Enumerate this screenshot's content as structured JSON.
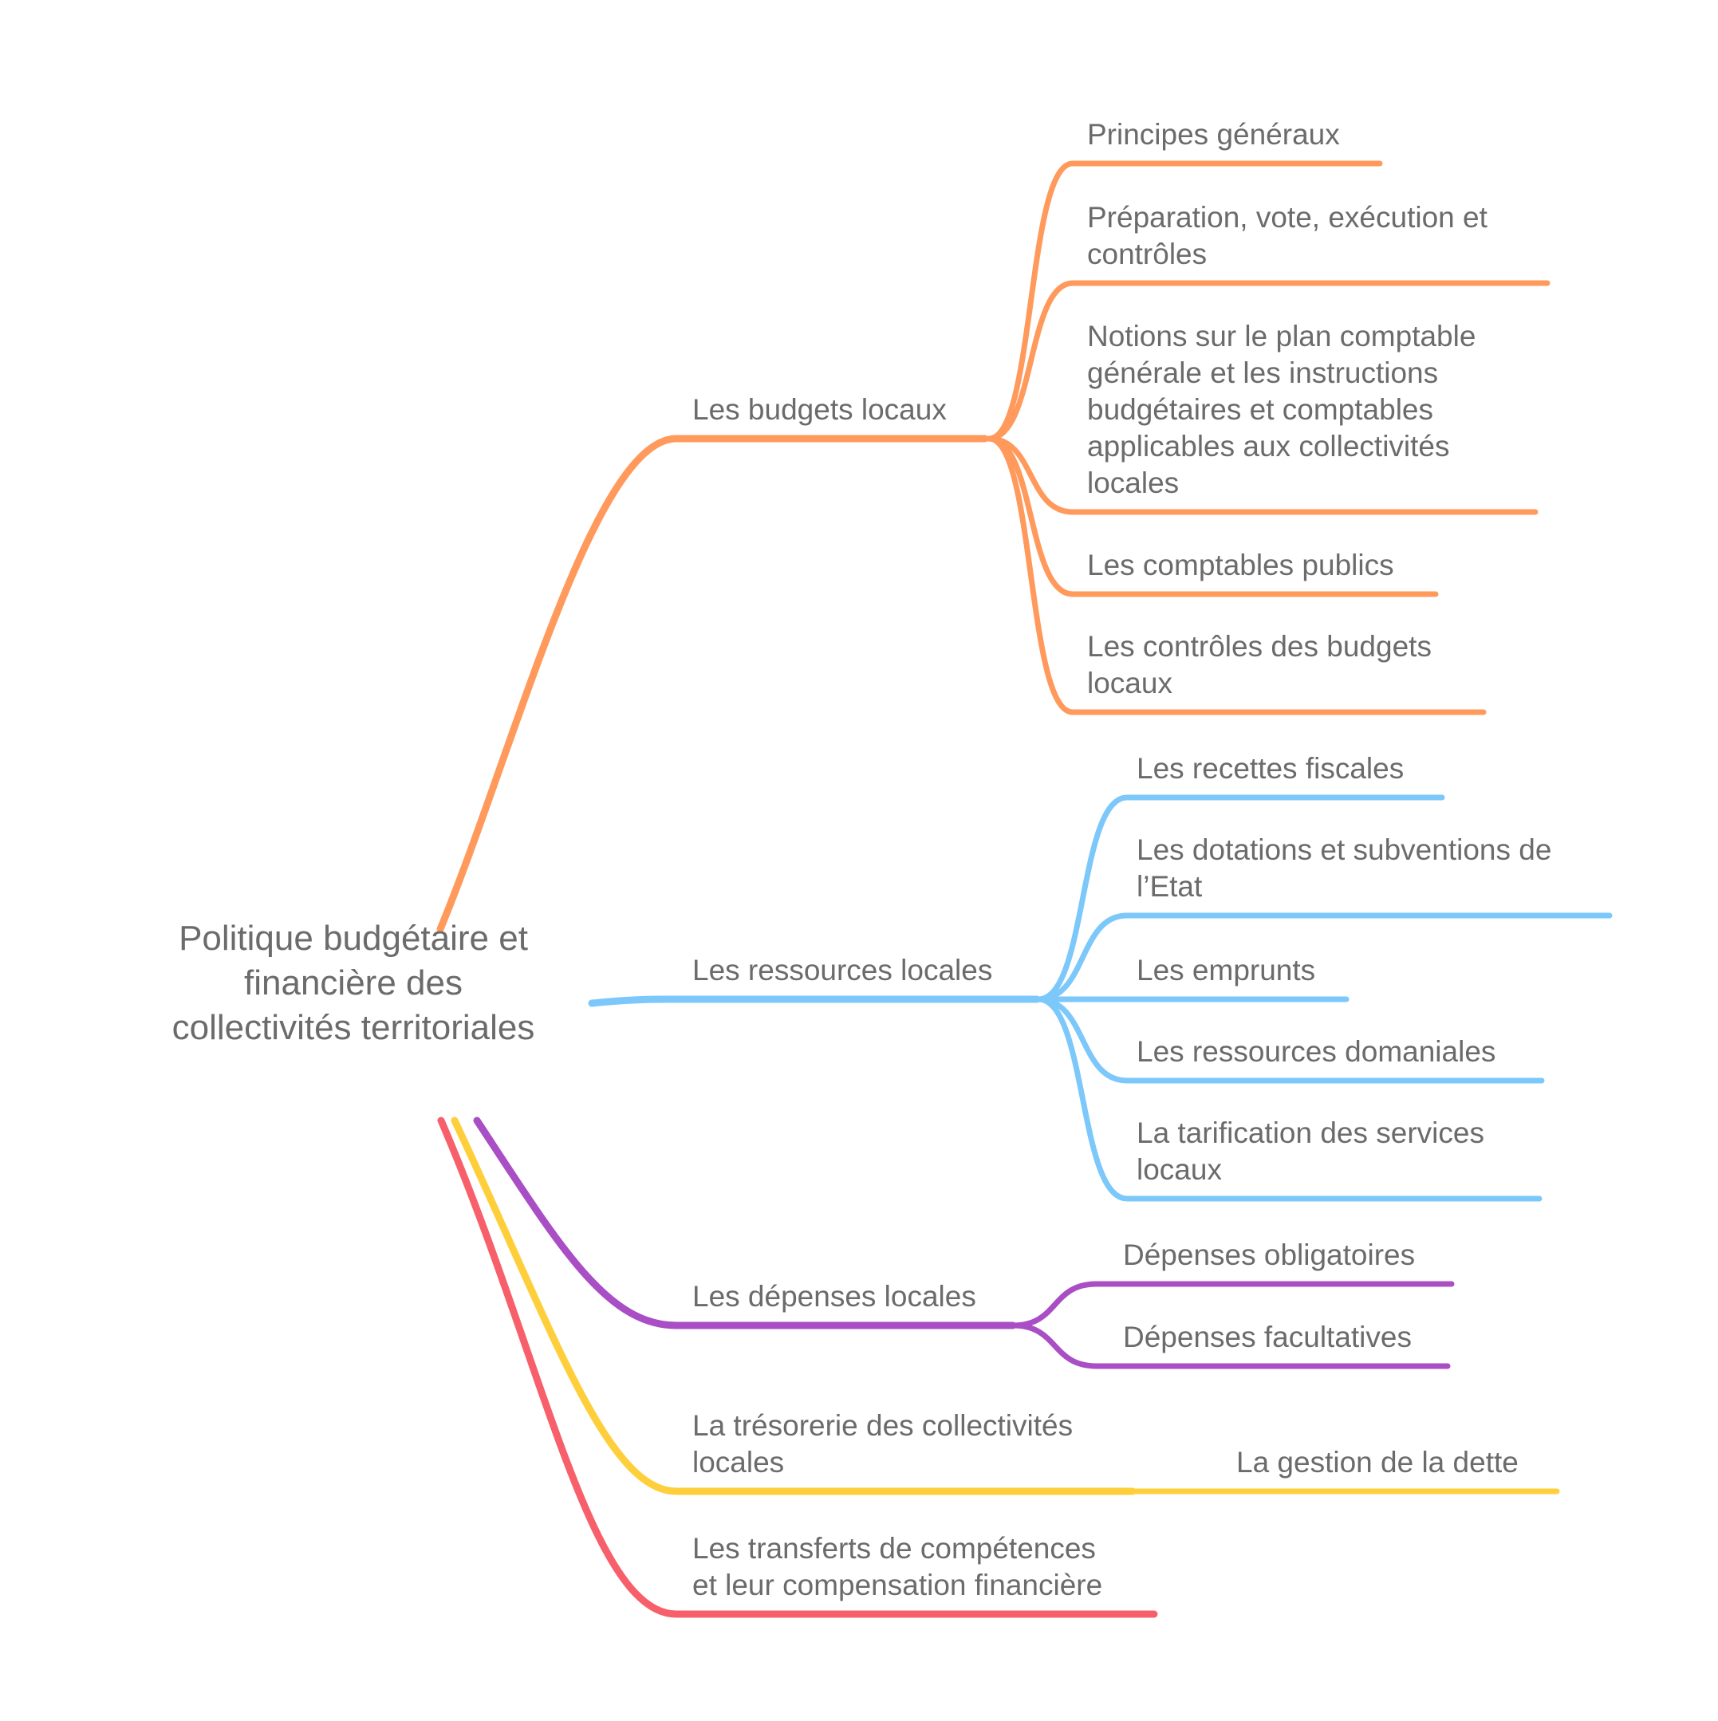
{
  "root": {
    "label_lines": [
      "Politique budgétaire et",
      "financière des",
      "collectivités territoriales"
    ]
  },
  "colors": {
    "text": "#6b6b6b",
    "branch_orange": "#FF9A5C",
    "branch_blue": "#7DC8FA",
    "branch_purple": "#A94EC4",
    "branch_yellow": "#FFCE3B",
    "branch_red": "#F7606A"
  },
  "branches": [
    {
      "id": "budgets",
      "color": "#FF9A5C",
      "label_lines": [
        "Les budgets locaux"
      ],
      "children": [
        {
          "label_lines": [
            "Principes généraux"
          ]
        },
        {
          "label_lines": [
            "Préparation, vote, exécution et",
            "contrôles"
          ]
        },
        {
          "label_lines": [
            "Notions sur le plan comptable",
            "générale et les instructions",
            "budgétaires et comptables",
            "applicables aux collectivités",
            "locales"
          ]
        },
        {
          "label_lines": [
            "Les comptables publics"
          ]
        },
        {
          "label_lines": [
            "Les contrôles des budgets",
            "locaux"
          ]
        }
      ]
    },
    {
      "id": "ressources",
      "color": "#7DC8FA",
      "label_lines": [
        "Les ressources locales"
      ],
      "children": [
        {
          "label_lines": [
            "Les recettes fiscales"
          ]
        },
        {
          "label_lines": [
            "Les dotations et subventions de",
            "l’Etat"
          ]
        },
        {
          "label_lines": [
            "Les emprunts"
          ]
        },
        {
          "label_lines": [
            "Les ressources domaniales"
          ]
        },
        {
          "label_lines": [
            "La tarification des services",
            "locaux"
          ]
        }
      ]
    },
    {
      "id": "depenses",
      "color": "#A94EC4",
      "label_lines": [
        "Les dépenses locales"
      ],
      "children": [
        {
          "label_lines": [
            "Dépenses obligatoires"
          ]
        },
        {
          "label_lines": [
            "Dépenses facultatives"
          ]
        }
      ]
    },
    {
      "id": "tresorerie",
      "color": "#FFCE3B",
      "label_lines": [
        "La trésorerie des collectivités",
        "locales"
      ],
      "children": [
        {
          "label_lines": [
            "La gestion de la dette"
          ]
        }
      ]
    },
    {
      "id": "transferts",
      "color": "#F7606A",
      "label_lines": [
        "Les transferts de compétences",
        "et leur compensation financière"
      ],
      "children": []
    }
  ]
}
